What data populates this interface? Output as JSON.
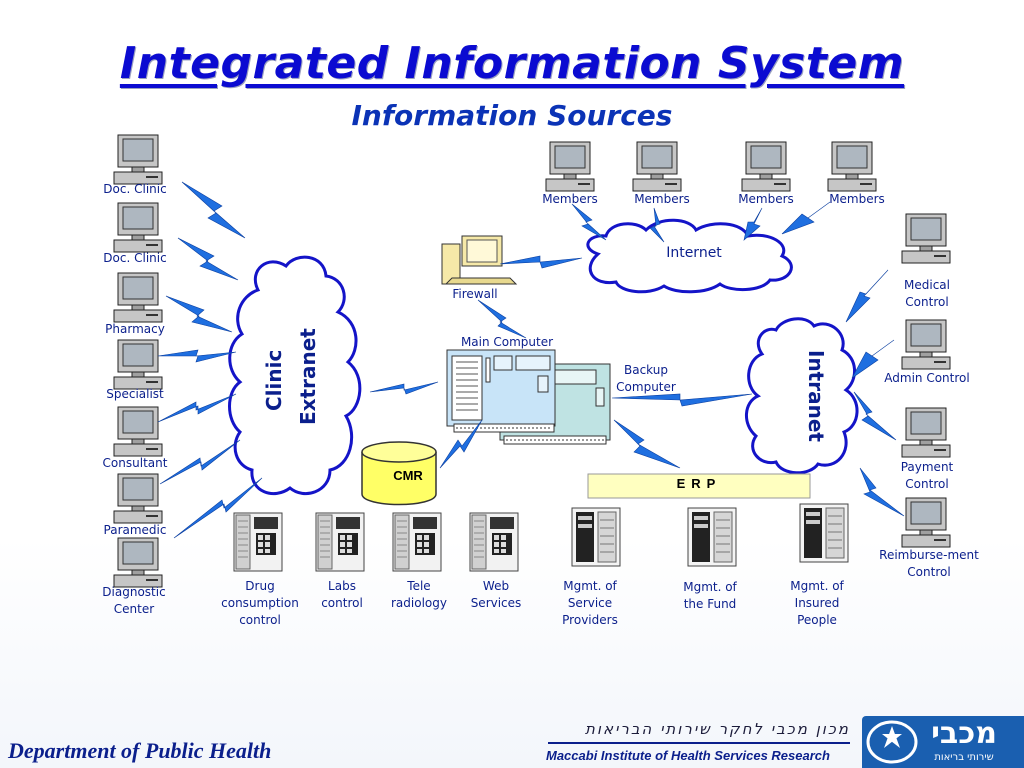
{
  "title": "Integrated Information System",
  "subtitle": "Information Sources",
  "left_nodes": [
    "Doc. Clinic",
    "Doc. Clinic",
    "Pharmacy",
    "Specialist",
    "Consultant",
    "Paramedic",
    "Diagnostic Center"
  ],
  "members": [
    "Members",
    "Members",
    "Members",
    "Members"
  ],
  "firewall": "Firewall",
  "internet": "Internet",
  "clinic_extranet": [
    "Clinic",
    "Extranet"
  ],
  "intranet": "Intranet",
  "main_computer": "Main Computer",
  "backup_computer": "Backup Computer",
  "cmr": "CMR",
  "erp": "ERP",
  "right_nodes": [
    "Medical Control",
    "Admin Control",
    "Payment Control",
    "Reimburse-ment Control"
  ],
  "bottom_services": [
    "Drug consumption control",
    "Labs control",
    "Tele radiology",
    "Web Services"
  ],
  "bottom_mgmt": [
    "Mgmt. of Service Providers",
    "Mgmt. of the Fund",
    "Mgmt. of Insured People"
  ],
  "footer": {
    "department": "Department of Public Health",
    "institute_hebrew": "מכון מכבי לחקר שירותי הבריאות",
    "institute": "Maccabi Institute of Health Services Research",
    "logo_text": "מכבי",
    "logo_sub": "שירותי בריאות"
  },
  "colors": {
    "title": "#0b0bd1",
    "text": "#0b1f8c",
    "lightning": "#1f6fe0",
    "cloud_border": "#1414c8",
    "erp_bar": "#ffffc0"
  }
}
